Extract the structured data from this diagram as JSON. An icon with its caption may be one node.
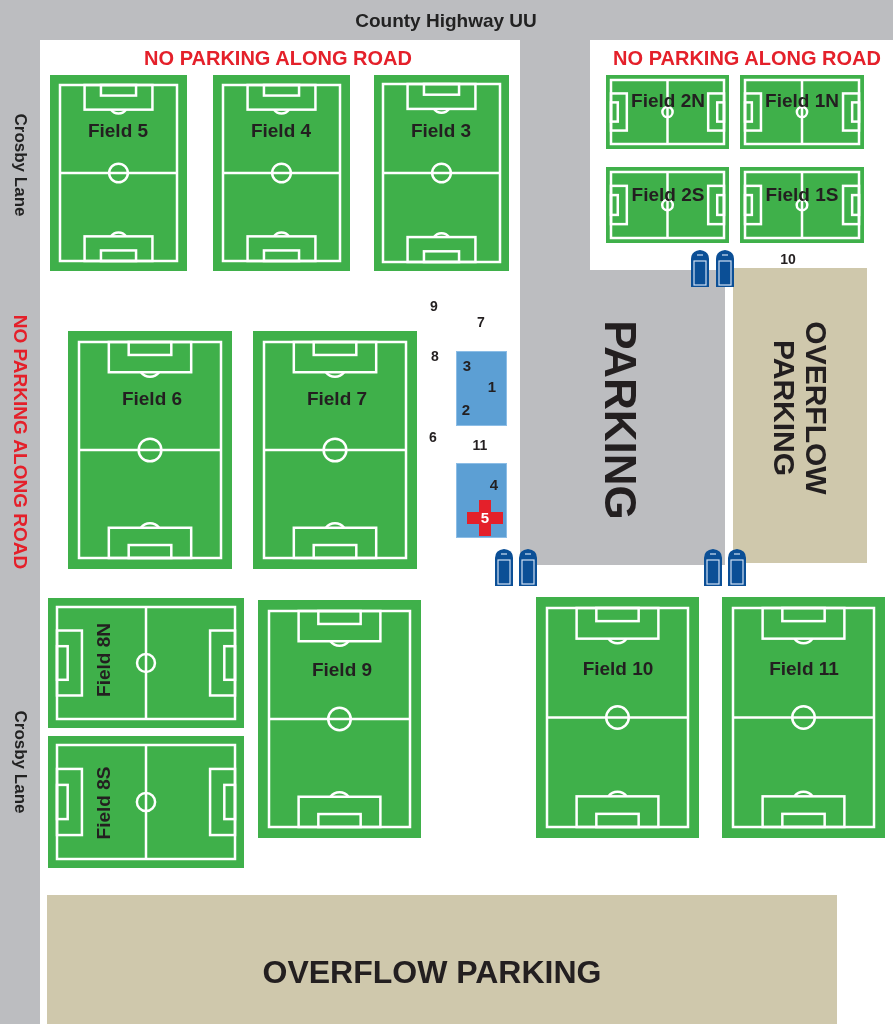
{
  "diagram": {
    "nodes": [
      {
        "text": [
          "County Highway UU"
        ]
      },
      {
        "text": [
          "Crosby Lane",
          "NO PARKING ALONG ROAD",
          "Crosby Lane"
        ]
      },
      {
        "text": [
          "Field 5"
        ]
      },
      {
        "text": [
          "Field 4"
        ]
      },
      {
        "text": [
          "Field 3"
        ]
      },
      {
        "text": [
          "Field 2N"
        ]
      },
      {
        "text": [
          "Field 1N"
        ]
      },
      {
        "text": [
          "Field 2S"
        ]
      },
      {
        "text": [
          "Field 1S"
        ]
      },
      {
        "text": [
          "PARKING"
        ]
      },
      {
        "text": [
          "OVERFLOW PARKING"
        ]
      },
      {
        "text": [
          "Field 6"
        ]
      },
      {
        "text": [
          "Field 7"
        ]
      },
      {
        "text": [
          "3",
          "1",
          "2"
        ]
      },
      {
        "text": [
          "4"
        ]
      },
      {
        "text": [
          "5"
        ],
        "in": 14
      },
      {
        "text": [
          "Field 8N"
        ]
      },
      {
        "text": [
          "Field 8S"
        ]
      },
      {
        "text": [
          "Field 9"
        ]
      },
      {
        "text": [
          "Field 10"
        ]
      },
      {
        "text": [
          "Field 11"
        ]
      },
      {
        "text": [
          "OVERFLOW PARKING"
        ]
      }
    ],
    "labels": [
      "NO PARKING ALONG ROAD",
      "NO PARKING ALONG ROAD",
      "9",
      "7",
      "8",
      "6",
      "11",
      "10"
    ]
  }
}
